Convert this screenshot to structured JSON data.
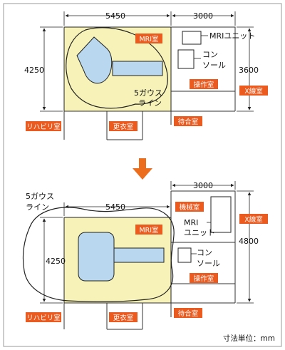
{
  "colors": {
    "room_fill": "#f7f2b7",
    "magnet_fill": "#b9d8ef",
    "tag_fill": "#eb5a1e",
    "arrow_fill": "#ec6d1b",
    "line": "#222222",
    "grid_line": "#333333"
  },
  "legend": {
    "unit_note": "寸法単位：mm"
  },
  "icon": "down-arrow-icon",
  "panel_top": {
    "dim_width_mri": "5450",
    "dim_width_right": "3000",
    "dim_height_mri": "4250",
    "dim_height_right": "3600",
    "mri_unit": "MRIユニット",
    "console_1": "コン",
    "console_2": "ソール",
    "gauss_1": "5ガウス",
    "gauss_2": "ライン",
    "tag_mri": "MRI室",
    "tag_control": "操作室",
    "tag_xray": "X線室",
    "tag_rehab": "リハビリ室",
    "tag_locker": "更衣室",
    "tag_waiting": "待合室"
  },
  "panel_bottom": {
    "dim_width_right": "3000",
    "dim_width_mri": "5450",
    "dim_height_mri": "4250",
    "dim_height_right": "4800",
    "gauss_1": "5ガウス",
    "gauss_2": "ライン",
    "mri_1": "MRI",
    "mri_2": "ユニット",
    "console_1": "コン",
    "console_2": "ソール",
    "tag_machine": "機械室",
    "tag_mri": "MRI室",
    "tag_xray": "X線室",
    "tag_control": "操作室",
    "tag_rehab": "リハビリ室",
    "tag_locker": "更衣室",
    "tag_waiting": "待合室"
  }
}
